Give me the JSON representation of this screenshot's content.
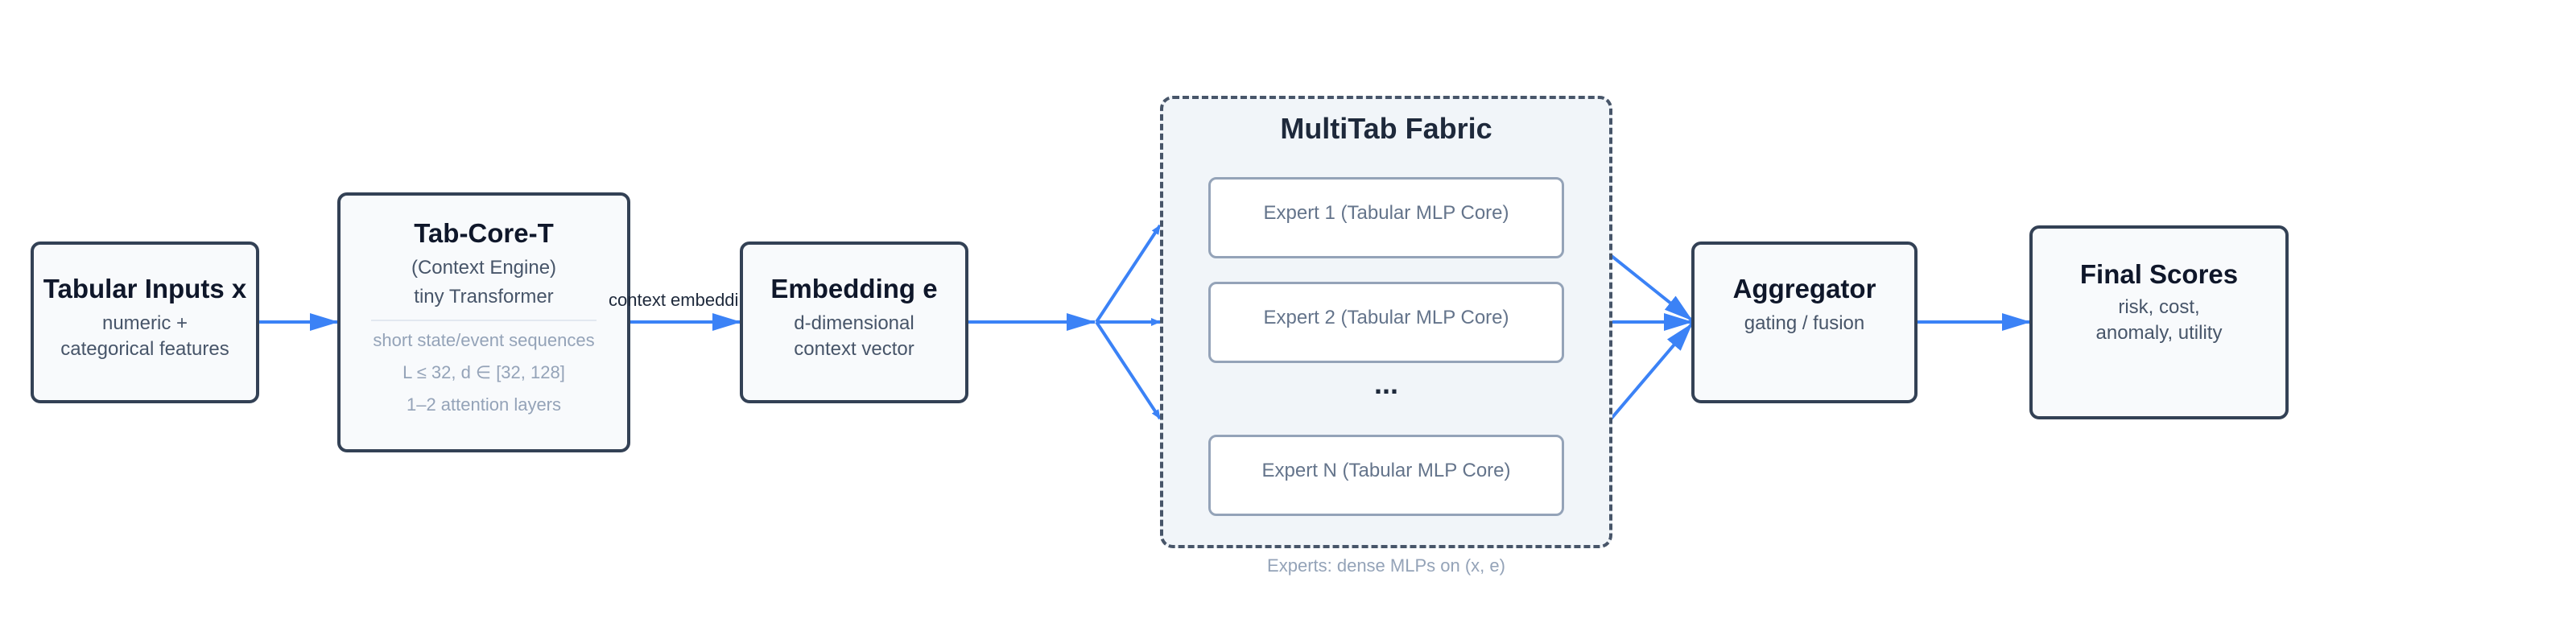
{
  "inputs": {
    "title": "Tabular Inputs x",
    "line1": "numeric +",
    "line2": "categorical features"
  },
  "core": {
    "title": "Tab-Core-T",
    "line1": "(Context Engine)",
    "line2": "tiny Transformer",
    "note1": "short state/event sequences",
    "note2": "L ≤ 32, d ∈ [32, 128]",
    "note3": "1–2 attention layers"
  },
  "edge_label": "context embeddi",
  "embedding": {
    "title": "Embedding e",
    "line1": "d-dimensional",
    "line2": "context vector"
  },
  "fabric": {
    "title": "MultiTab Fabric",
    "experts": [
      "Expert 1 (Tabular MLP Core)",
      "Expert 2 (Tabular MLP Core)",
      "Expert N (Tabular MLP Core)"
    ],
    "ellipsis": "...",
    "caption": "Experts: dense MLPs on (x, e)"
  },
  "aggregator": {
    "title": "Aggregator",
    "line1": "gating / fusion"
  },
  "final": {
    "title": "Final Scores",
    "line1": "risk, cost,",
    "line2": "anomaly, utility"
  },
  "colors": {
    "arrow": "#3b82f6",
    "border": "#334155",
    "fill": "#f8fafc"
  }
}
